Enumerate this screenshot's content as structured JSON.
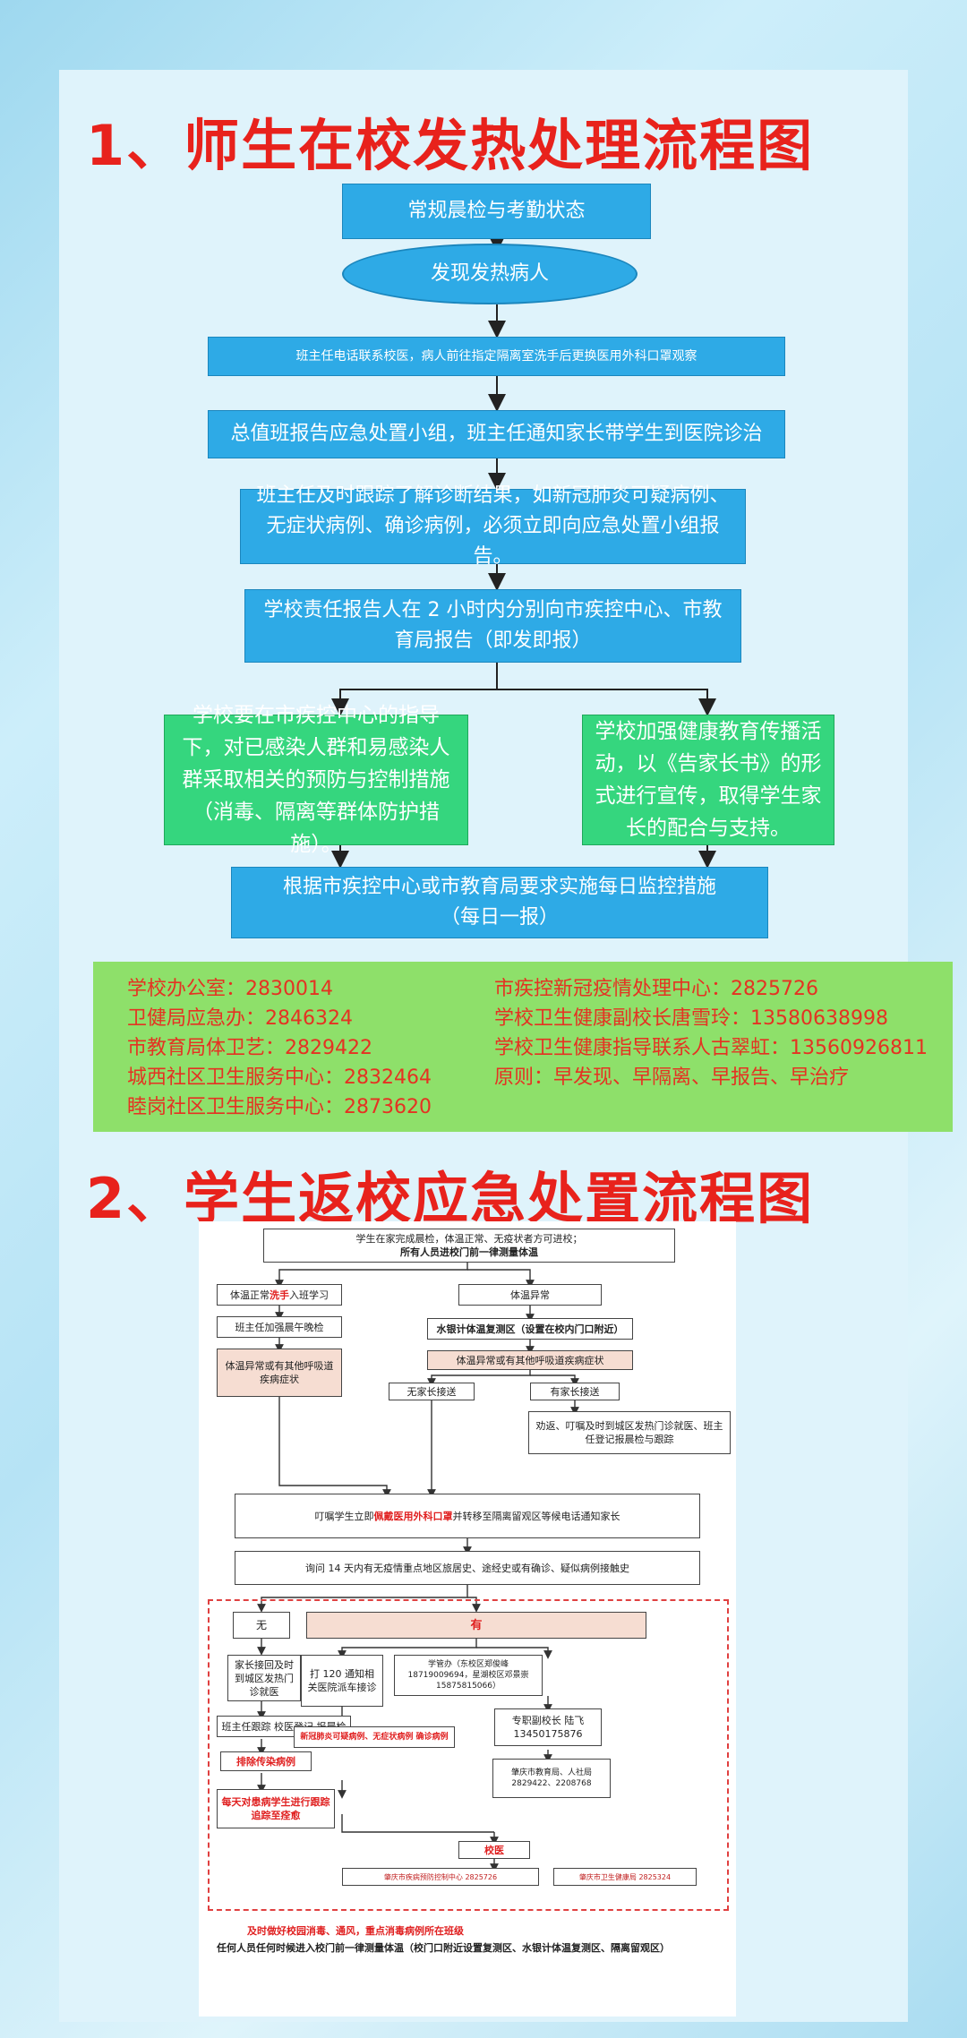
{
  "title1": "1、师生在校发热处理流程图",
  "title2": "2、学生返校应急处置流程图",
  "flow1": {
    "s1": "常规晨检与考勤状态",
    "s2": "发现发热病人",
    "s3": "班主任电话联系校医，病人前往指定隔离室洗手后更换医用外科口罩观察",
    "s4": "总值班报告应急处置小组，班主任通知家长带学生到医院诊治",
    "s5": "班主任及时跟踪了解诊断结果，如新冠肺炎可疑病例、无症状病例、确诊病例，必须立即向应急处置小组报告。",
    "s6": "学校责任报告人在 2 小时内分别向市疾控中心、市教育局报告（即发即报）",
    "s7": "学校要在市疾控中心的指导下，对已感染人群和易感染人群采取相关的预防与控制措施（消毒、隔离等群体防护措施）。",
    "s8": "学校加强健康教育传播活动，以《告家长书》的形式进行宣传，取得学生家长的配合与支持。",
    "s9a": "根据市疾控中心或市教育局要求实施每日监控措施",
    "s9b": "（每日一报）"
  },
  "contacts": {
    "left": [
      "学校办公室：2830014",
      "卫健局应急办：2846324",
      "市教育局体卫艺：2829422",
      "城西社区卫生服务中心：2832464",
      "睦岗社区卫生服务中心：2873620"
    ],
    "right": [
      "市疾控新冠疫情处理中心：2825726",
      "学校卫生健康副校长唐雪玲：13580638998",
      "学校卫生健康指导联系人古翠虹：13560926811",
      "原则：早发现、早隔离、早报告、早治疗"
    ]
  },
  "flow2": {
    "top1": "学生在家完成晨检，体温正常、无疫状者方可进校；",
    "top2": "所有人员进校门前一律测量体温",
    "normal_a": "体温正常",
    "normal_red": "洗手",
    "normal_b": "入班学习",
    "abn": "体温异常",
    "check": "班主任加强晨午晚检",
    "recheck": "水银计体温复测区（设置在校内门口附近）",
    "abn2": "体温异常或有其他呼吸道疾病症状",
    "abn3": "体温异常或有其他呼吸道疾病症状",
    "nofam": "无家长接送",
    "fam": "有家长接送",
    "advise": "劝返、叮嘱及时到城区发热门诊就医、班主任登记报晨检与跟踪",
    "iso_a": "叮嘱学生立即",
    "iso_red": "佩戴医用外科口罩",
    "iso_b": "并转移至隔离留观区等候电话通知家长",
    "ask": "询问 14 天内有无疫情重点地区旅居史、途经史或有确诊、疑似病例接触史",
    "no": "无",
    "yes": "有",
    "parent": "家长接回及时到城区发热门诊就医",
    "call120": "打 120 通知相关医院派车接诊",
    "office": "学管办（东校区郑俊峰 18719009694，星湖校区邓景崇 15875815066）",
    "vp": "专职副校长 陆飞 13450175876",
    "track": "班主任跟踪 校医登记 报晨检",
    "cases": "新冠肺炎可疑病例、无症状病例 确诊病例",
    "bureau": "肇庆市教育局、人社局 2829422、2208768",
    "exclude": "排除传染病例",
    "disinfect": "每天对患病学生进行跟踪 追踪至痊愈",
    "doctor": "校医",
    "cdc": "肇庆市疾病预防控制中心 2825726",
    "health": "肇庆市卫生健康局 2825324",
    "foot1": "及时做好校园消毒、通风，重点消毒病例所在班级",
    "foot2": "任何人员任何时候进入校门前一律测量体温（校门口附近设置复测区、水银计体温复测区、隔离留观区）"
  },
  "colors": {
    "title": "#e8221c",
    "box": "#2eaae6",
    "green": "#35d67e",
    "contact_bg": "#8ee06a",
    "contact_text": "#e53222"
  }
}
